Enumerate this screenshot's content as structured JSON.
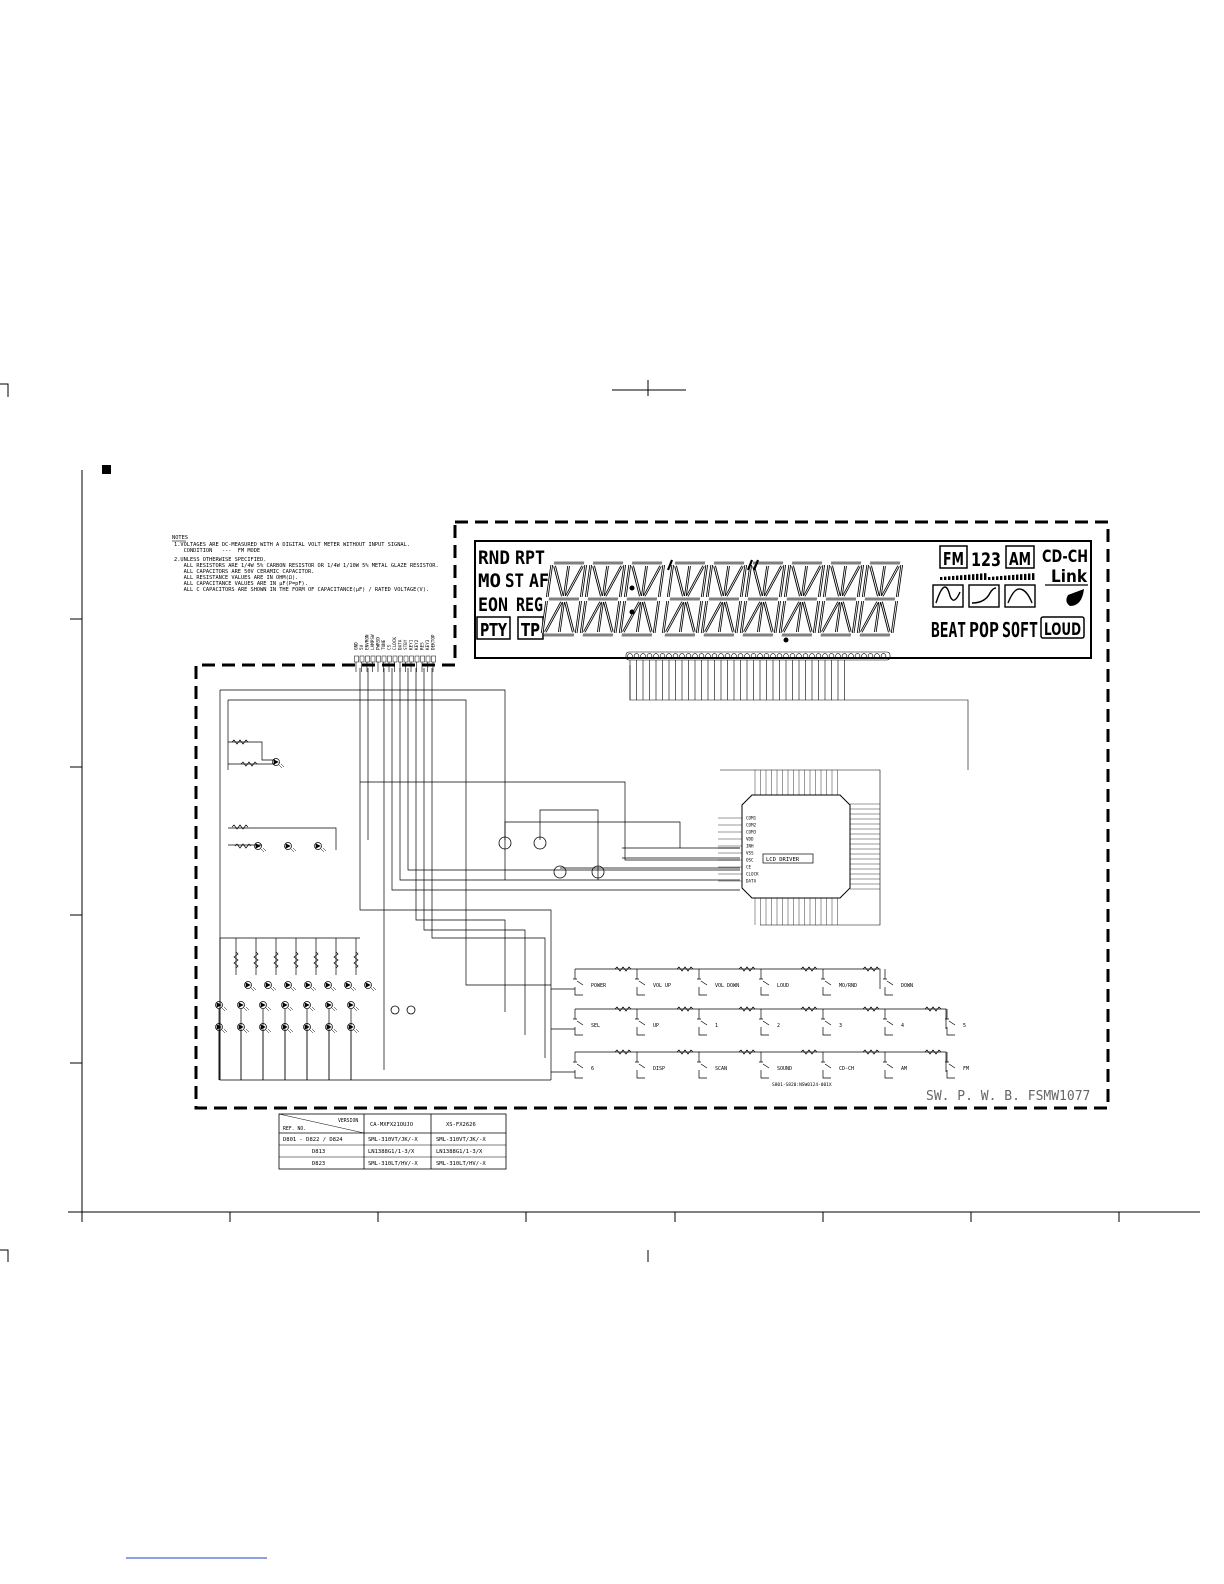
{
  "notes": {
    "heading": "NOTES",
    "lines": [
      "1.VOLTAGES ARE DC-MEASURED WITH A DIGITAL VOLT METER WITHOUT INPUT SIGNAL.",
      "   CONDITION   ---  FM MODE",
      "2.UNLESS OTHERWISE SPECIFIED.",
      "   ALL RESISTORS ARE 1/4W 5% CARBON RESISTOR OR 1/4W 1/10W 5% METAL GLAZE RESISTOR.",
      "   ALL CAPACITORS ARE 50V CERAMIC CAPACITOR.",
      "   ALL RESISTANCE VALUES ARE IN OHM(Ω).",
      "   ALL CAPACITANCE VALUES ARE IN µF(P=pF).",
      "   ALL C CAPACITORS ARE SHOWN IN THE FORM OF CAPACITANCE(µF) / RATED VOLTAGE(V)."
    ]
  },
  "lcd": {
    "rnd": "RND",
    "rpt": "RPT",
    "mo": "MO",
    "st": "ST",
    "af": "AF",
    "eon": "EON",
    "reg": "REG",
    "pty": "PTY",
    "tp": "TP",
    "fm": "FM",
    "band_123": "123",
    "am": "AM",
    "cdch": "CD-CH",
    "link": "Link",
    "beat": "BEAT",
    "pop": "POP",
    "soft": "SOFT",
    "loud": "LOUD"
  },
  "connector_pins": [
    "GND",
    "5V",
    "ENVRON",
    "LAMPSW",
    "PWRSD",
    "TUNE",
    "CS",
    "CLOCK",
    "DATA",
    "STBY",
    "KEY1",
    "KEY2",
    "RES",
    "KEY3",
    "DEKTOP"
  ],
  "ic": {
    "label": "LCD DRIVER",
    "left_pins": [
      "COM1",
      "COM2",
      "COM3",
      "VDD",
      "INH",
      "VSS",
      "OSC",
      "CE",
      "CLOCK",
      "DATA"
    ]
  },
  "keys": {
    "row1": [
      "POWER",
      "VOL UP",
      "VOL DOWN",
      "LOUD",
      "MO/RND",
      "DOWN"
    ],
    "row2": [
      "SEL",
      "UP",
      "1",
      "2",
      "3",
      "4",
      "5"
    ],
    "row3": [
      "6",
      "DISP",
      "SCAN",
      "SOUND",
      "CD-CH",
      "AM",
      "FM"
    ]
  },
  "board": {
    "part_ref": "S801-S820:NSW0124-001X",
    "pwb_name": "SW. P. W. B.  FSMW1077"
  },
  "version_table": {
    "header_version": "VERSION",
    "header_ref": "REF. NO.",
    "columns": [
      "CA-MXFX21OUJO",
      "XS-FX2626"
    ],
    "rows": [
      {
        "ref": "D801 - D822 / D824",
        "values": [
          "SML-310VT/JK/-X",
          "SML-310VT/JK/-X"
        ]
      },
      {
        "ref": "D813",
        "values": [
          "LN1388G1/1-3/X",
          "LN1388G1/1-3/X"
        ]
      },
      {
        "ref": "D823",
        "values": [
          "SML-310LT/HV/-X",
          "SML-310LT/HV/-X"
        ]
      }
    ]
  },
  "colors": {
    "ink": "#000000",
    "paper": "#ffffff",
    "link_underline": "#1a3fcf"
  }
}
